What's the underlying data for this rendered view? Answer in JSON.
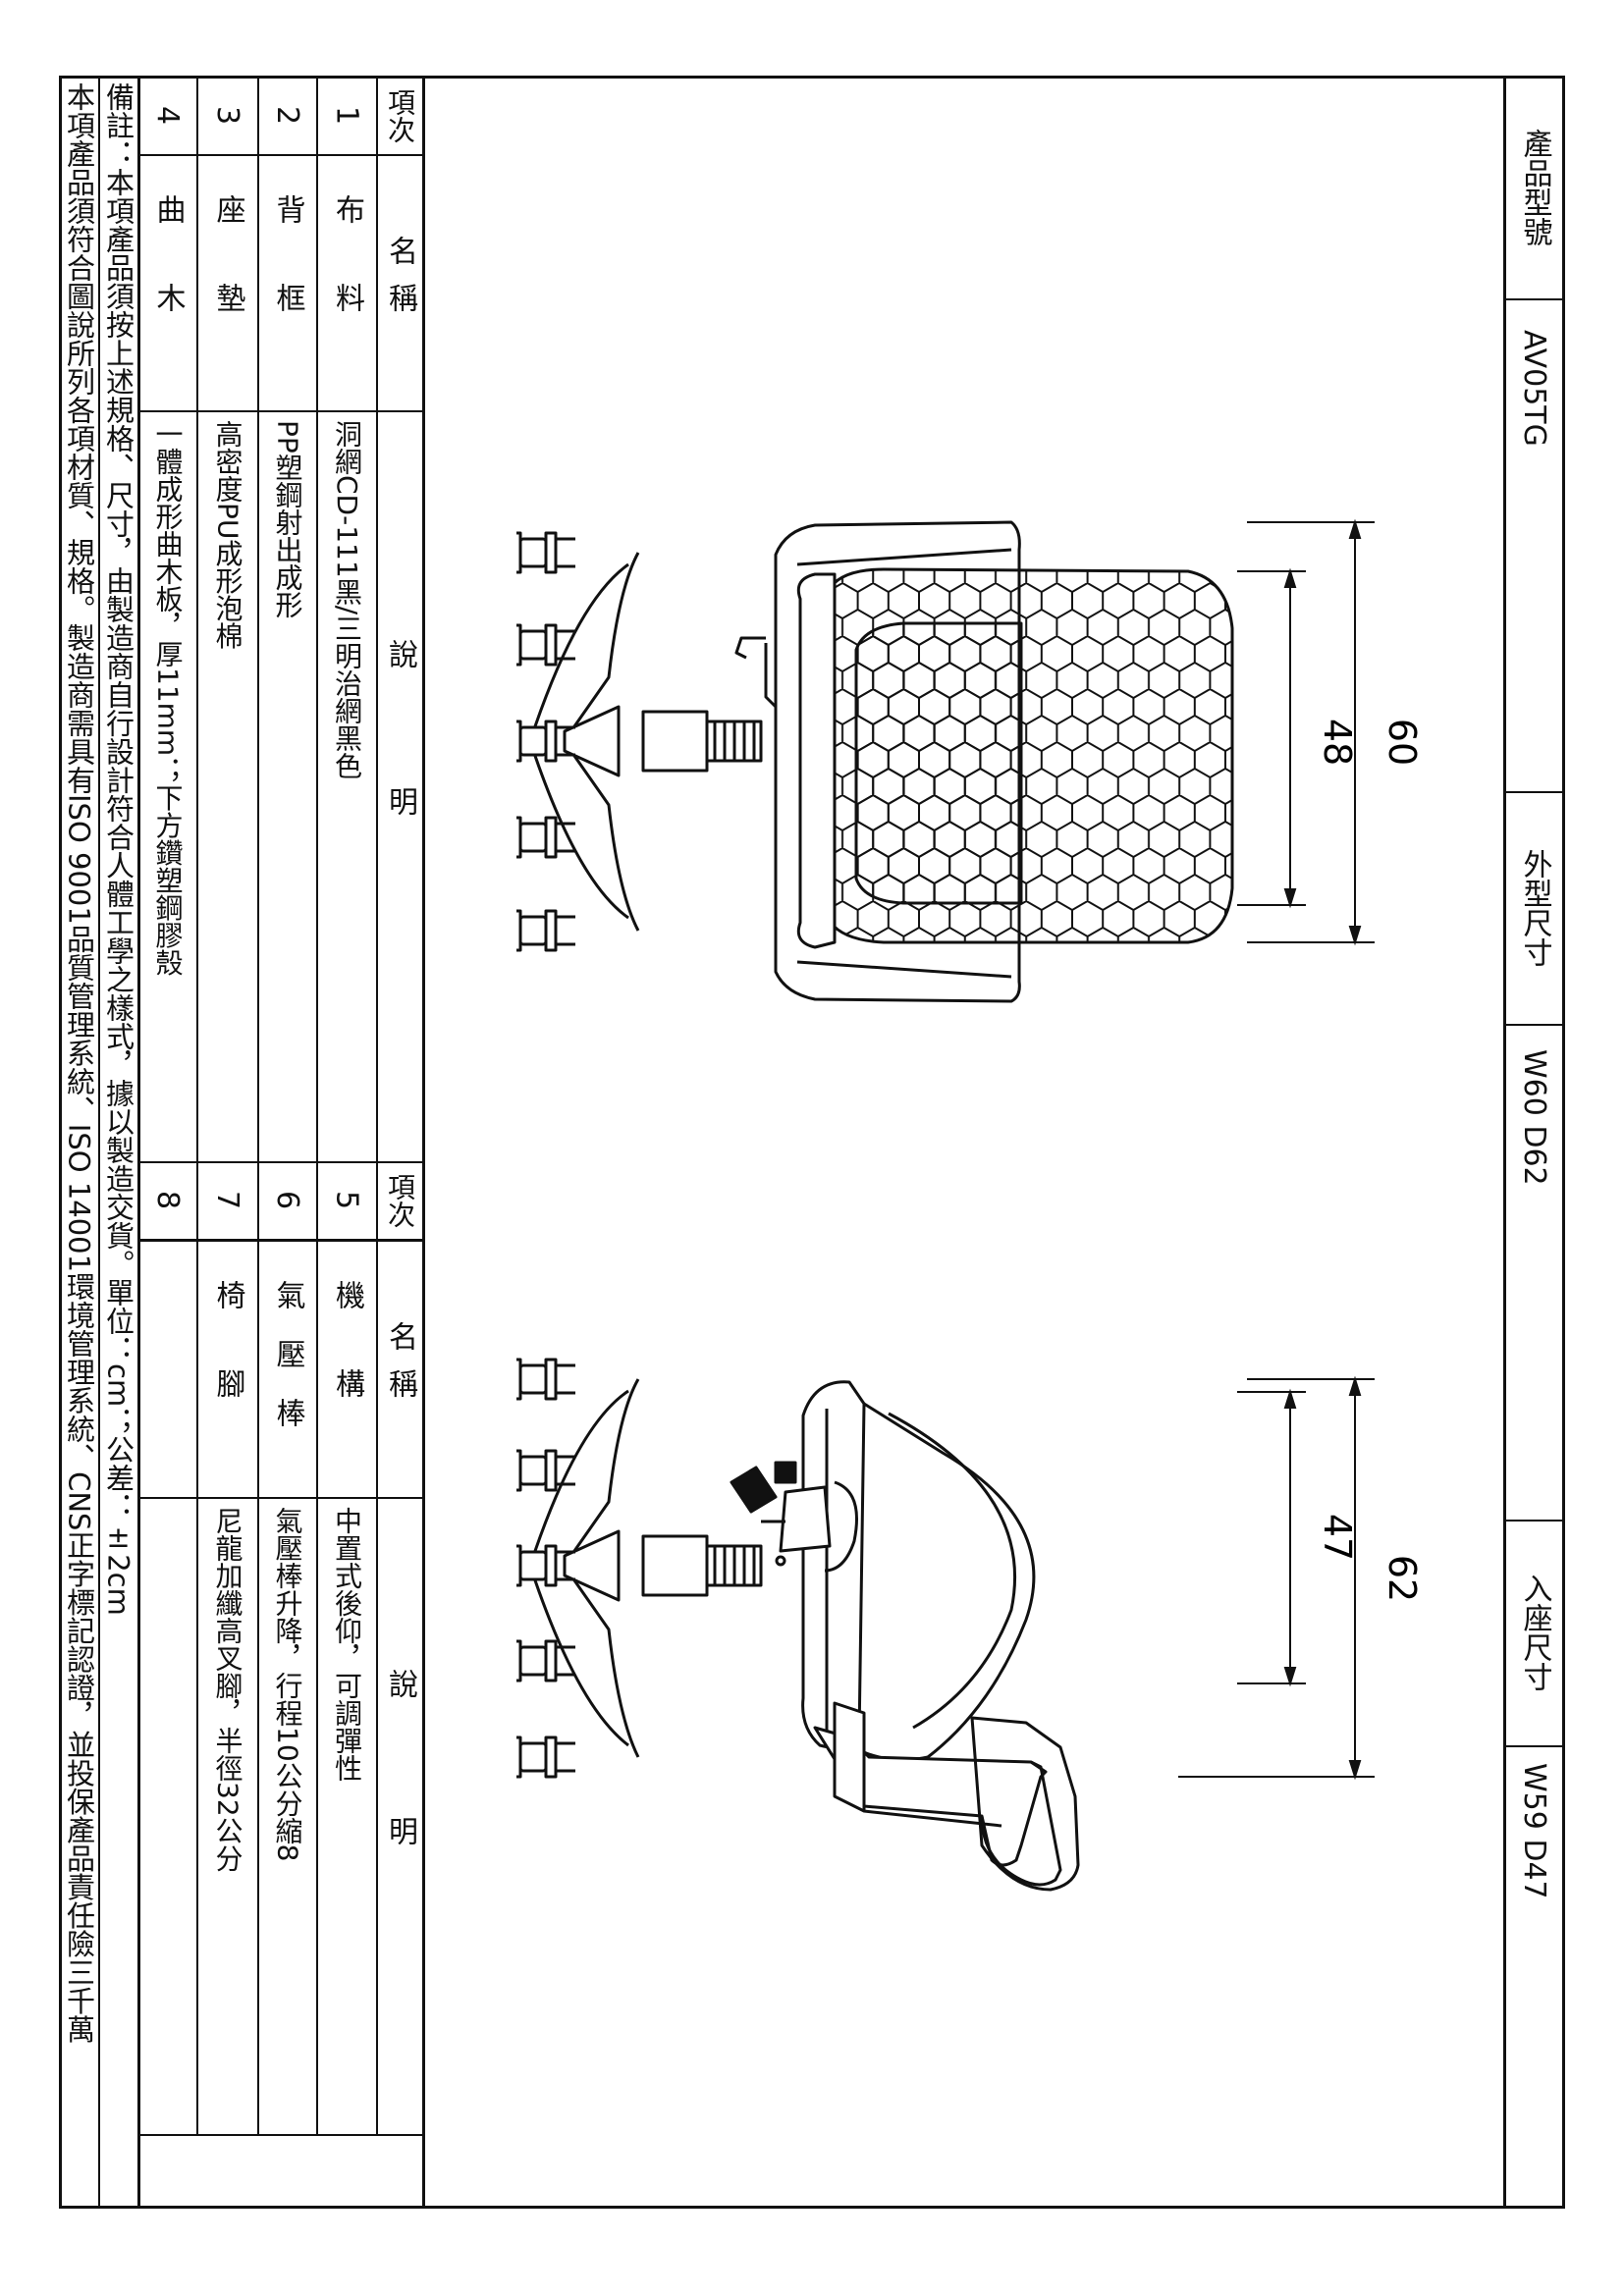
{
  "title_block": {
    "model_label": "產品型號",
    "model_value": "AV05TG",
    "outer_label": "外型尺寸",
    "outer_value": "W60 D62",
    "seat_label": "入座尺寸",
    "seat_value": "W59 D47"
  },
  "spec_table": {
    "headers": {
      "item": "項次",
      "name": "名稱",
      "desc": "說明"
    },
    "left_rows": [
      {
        "item": "1",
        "name": "布料",
        "desc": "洞網CD-111黑/三明治網黑色"
      },
      {
        "item": "2",
        "name": "背框",
        "desc": "PP塑鋼射出成形"
      },
      {
        "item": "3",
        "name": "座墊",
        "desc": "高密度PU成形泡棉"
      },
      {
        "item": "4",
        "name": "曲木",
        "desc": "一體成形曲木板，厚11mm；下方鑽塑鋼膠殼"
      }
    ],
    "right_rows": [
      {
        "item": "5",
        "name": "機構",
        "desc": "中置式後仰，可調彈性"
      },
      {
        "item": "6",
        "name": "氣壓棒",
        "desc": "氣壓棒升降，行程10公分縮8"
      },
      {
        "item": "7",
        "name": "椅腳",
        "desc": "尼龍加纖高叉腳，半徑32公分"
      },
      {
        "item": "8",
        "name": "",
        "desc": ""
      }
    ]
  },
  "notes": {
    "line1": "備註：本項產品須按上述規格、尺寸，由製造商自行設計符合人體工學之樣式，據以製造交貨。單位：cm；公差：±2cm",
    "line2": "本項產品須符合圖說所列各項材質、規格。製造商需具有ISO 9001品質管理系統、ISO 14001環境管理系統、CNS正字標記認證，並投保產品責任險三千萬"
  },
  "drawing": {
    "front_view": {
      "total_height": "60",
      "back_height": "48"
    },
    "side_view": {
      "total_height": "62",
      "seat_depth": "47"
    }
  }
}
